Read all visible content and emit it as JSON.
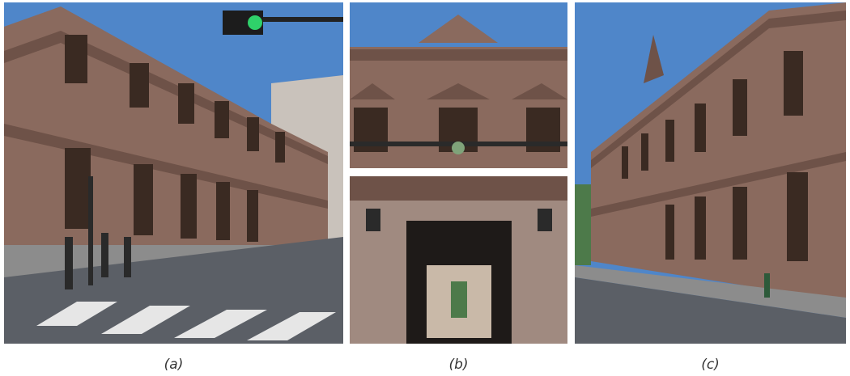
{
  "figure": {
    "panels": [
      {
        "caption": "(a)",
        "subject": "street-corner-view-of-colonial-building"
      },
      {
        "caption": "(b)",
        "subject": "facade-detail-and-main-portal"
      },
      {
        "caption": "(c)",
        "subject": "side-street-view-of-colonial-building"
      }
    ]
  },
  "colors": {
    "sky": "#4f86c9",
    "stone": "#8a6a5e",
    "stone_dark": "#5a4038",
    "cornice": "#6e5248",
    "window": "#3a2a22",
    "street": "#5b5f66",
    "sidewalk": "#8c8c8c",
    "signal_green": "#2fd16a"
  }
}
